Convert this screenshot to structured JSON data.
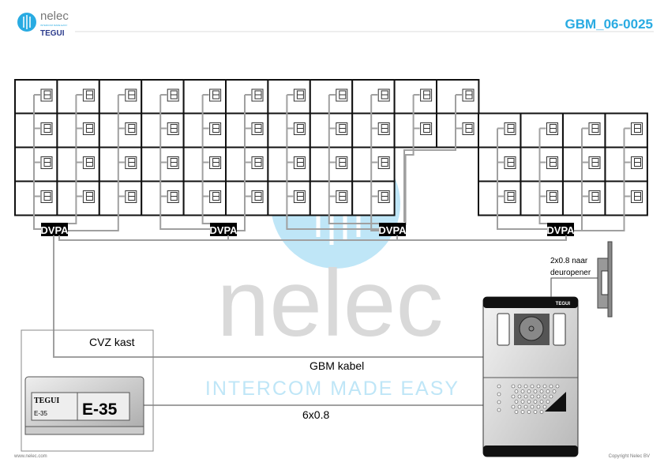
{
  "header": {
    "brand": "nelec",
    "brand_sub": "TEGUI",
    "tagline_small": "INTERCOM MADE EASY",
    "doc_code": "GBM_06-0025"
  },
  "watermark": {
    "word": "nelec",
    "tagline": "INTERCOM MADE EASY"
  },
  "distributors": [
    {
      "label": "DVPA"
    },
    {
      "label": "DVPA"
    },
    {
      "label": "DVPA"
    },
    {
      "label": "DVPA"
    }
  ],
  "cabinet": {
    "label": "CVZ kast",
    "device_brand": "TEGUI",
    "device_model_small": "E-35",
    "device_model": "E-35"
  },
  "cables": {
    "gbm": "GBM kabel",
    "six": "6x0.8",
    "door_line1": "2x0.8 naar",
    "door_line2": "deuropener"
  },
  "door_station": {
    "brand": "TEGUI"
  },
  "footer": {
    "website": "www.nelec.com",
    "copyright": "Copyright Nelec BV"
  },
  "colors": {
    "accent": "#29abe2",
    "wire": "#a0a0a0",
    "brand_dark": "#2b3a8c"
  }
}
